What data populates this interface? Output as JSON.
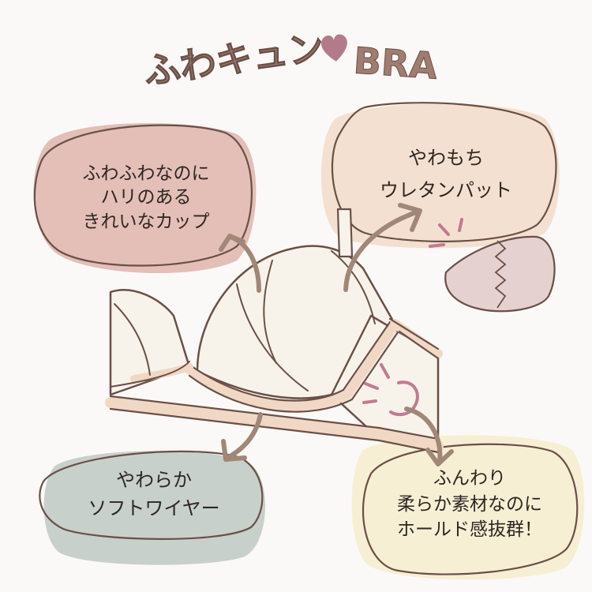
{
  "title": {
    "main": "ふわキュン",
    "brand": "BRA",
    "icon": "heart-icon"
  },
  "callouts": [
    {
      "id": "cup",
      "lines": [
        "ふわふわなのに",
        "ハリのある",
        "きれいなカップ"
      ]
    },
    {
      "id": "pad",
      "lines": [
        "やわもち",
        "ウレタンパット"
      ]
    },
    {
      "id": "wire",
      "lines": [
        "やわらか",
        "ソフトワイヤー"
      ]
    },
    {
      "id": "material",
      "lines": [
        "ふんわり",
        "柔らか素材なのに",
        "ホールド感抜群！"
      ]
    }
  ],
  "colors": {
    "background": "#fbf9f7",
    "title": "#a07d70",
    "heart": "#b37b8a",
    "outline": "#6a5046",
    "arrow": "#a08778",
    "bubble_cup": "#e3bfb7",
    "bubble_pad": "#f4e0d0",
    "bubble_wire": "#c8d0cc",
    "bubble_material": "#f7efd4",
    "bra_fabric": "#f8f3ea",
    "bra_trim": "#f1d8c4",
    "pad_fill": "#e6d1d1",
    "accent_lines": "#c27a92"
  }
}
